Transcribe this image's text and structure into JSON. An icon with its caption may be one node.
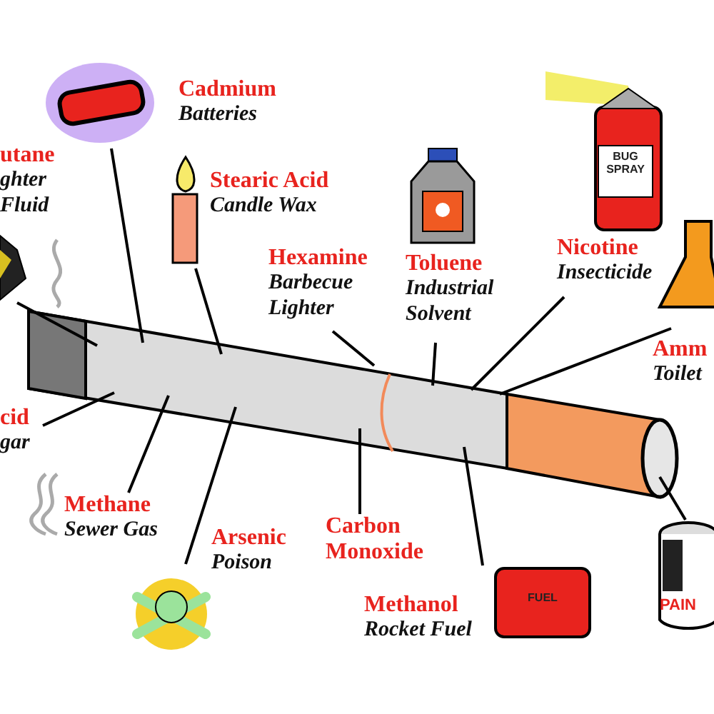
{
  "diagram": {
    "nodes": [
      {
        "text": [],
        "shape": "picture"
      },
      {
        "text": [
          "Cadmium",
          "Batteries"
        ]
      },
      {
        "text": [
          "utane",
          "ghter Fluid"
        ]
      },
      {
        "text": [
          "Stearic Acid",
          "Candle Wax"
        ]
      },
      {
        "text": [
          "Hexamine",
          "Barbecue Lighter"
        ]
      },
      {
        "text": [
          "Toluene",
          "Industrial Solvent"
        ]
      },
      {
        "text": [
          "Nicotine",
          "Insecticide"
        ]
      },
      {
        "text": [
          "Amm",
          "Toilet"
        ]
      },
      {
        "text": [
          "cid",
          "gar"
        ]
      },
      {
        "text": [
          "Methane",
          "Sewer Gas"
        ]
      },
      {
        "text": [
          "Arsenic",
          "Poison"
        ]
      },
      {
        "text": [
          "Carbon Monoxide"
        ]
      },
      {
        "text": [
          "Methanol",
          "Rocket Fuel"
        ]
      },
      {
        "text": [
          "PAIN"
        ]
      }
    ],
    "edges": [
      {
        "from": 1,
        "to": 0,
        "arrow": "none"
      },
      {
        "from": 2,
        "to": 0,
        "arrow": "none"
      },
      {
        "from": 3,
        "to": 0,
        "arrow": "none"
      },
      {
        "from": 4,
        "to": 0,
        "arrow": "none"
      },
      {
        "from": 5,
        "to": 0,
        "arrow": "none"
      },
      {
        "from": 6,
        "to": 0,
        "arrow": "none"
      },
      {
        "from": 7,
        "to": 0,
        "arrow": "none"
      },
      {
        "from": 8,
        "to": 0,
        "arrow": "none"
      },
      {
        "from": 9,
        "to": 0,
        "arrow": "none"
      },
      {
        "from": 10,
        "to": 0,
        "arrow": "none"
      },
      {
        "from": 11,
        "to": 0,
        "arrow": "none"
      },
      {
        "from": 12,
        "to": 0,
        "arrow": "none"
      },
      {
        "from": 13,
        "to": 0,
        "arrow": "none"
      }
    ],
    "labels": [
      "BUG SPRAY",
      "FUEL"
    ]
  }
}
